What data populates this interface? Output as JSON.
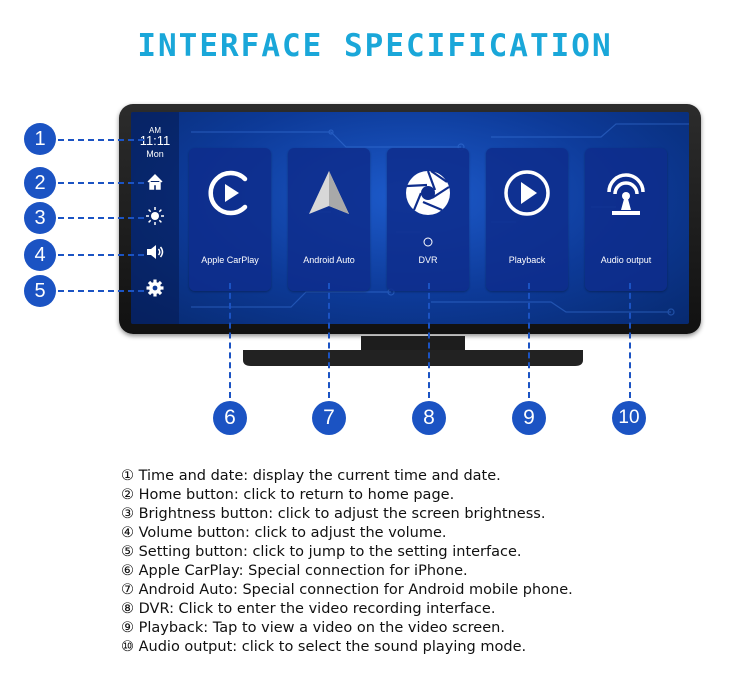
{
  "title": "INTERFACE SPECIFICATION",
  "clock": {
    "ampm": "AM",
    "time": "11:11",
    "day": "Mon"
  },
  "sidebar_icons": [
    "home-icon",
    "brightness-icon",
    "volume-icon",
    "settings-icon"
  ],
  "apps": [
    {
      "label": "Apple CarPlay",
      "icon": "carplay-icon"
    },
    {
      "label": "Android Auto",
      "icon": "android-auto-icon"
    },
    {
      "label": "DVR",
      "icon": "camera-aperture-icon"
    },
    {
      "label": "Playback",
      "icon": "play-icon"
    },
    {
      "label": "Audio output",
      "icon": "broadcast-icon"
    }
  ],
  "callouts": [
    "1",
    "2",
    "3",
    "4",
    "5",
    "6",
    "7",
    "8",
    "9",
    "10"
  ],
  "descriptions": [
    "① Time and date: display the current time and date.",
    "② Home button: click to return to home page.",
    "③ Brightness button: click to adjust the screen brightness.",
    "④ Volume button: click to adjust the volume.",
    "⑤ Setting button: click to jump to the setting interface.",
    "⑥ Apple CarPlay: Special connection for iPhone.",
    "⑦ Android Auto: Special connection for Android mobile phone.",
    "⑧ DVR: Click to enter the video recording interface.",
    "⑨ Playback: Tap to view a video on the video screen.",
    "⑩ Audio output: click to select the sound playing mode."
  ],
  "colors": {
    "accent_title": "#1aa7d9",
    "callout": "#1b53c3",
    "screen": "#0d3a98"
  }
}
